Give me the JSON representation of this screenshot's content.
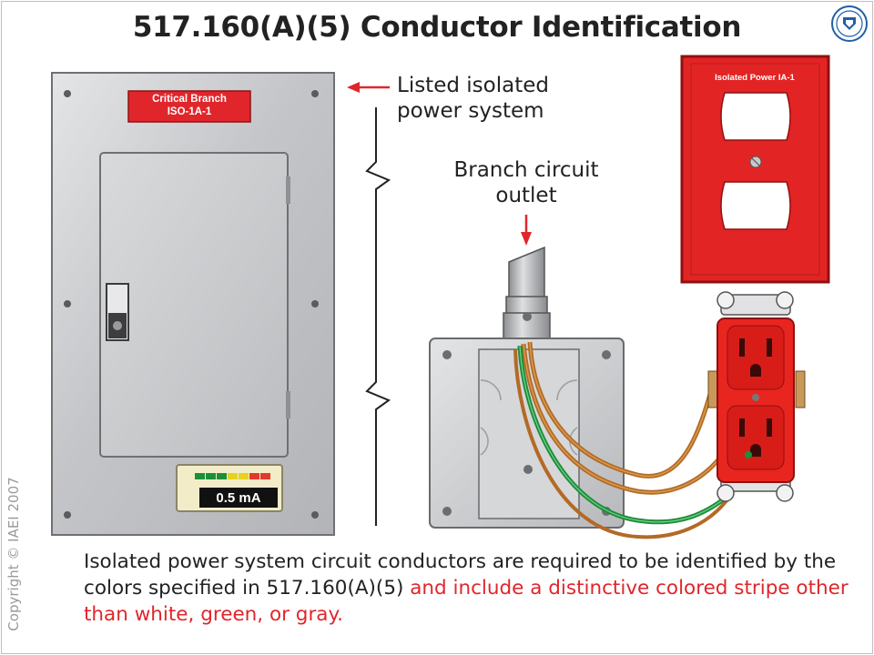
{
  "title": "517.160(A)(5) Conductor Identification",
  "copyright": "Copyright © IAEI 2007",
  "callouts": {
    "panel": [
      "Listed isolated",
      "power system"
    ],
    "outlet": [
      "Branch circuit",
      "outlet"
    ]
  },
  "labels": {
    "panel": [
      "Critical Branch",
      "ISO-1A-1"
    ],
    "plate": "Isolated Power IA-1",
    "meter": "0.5 mA"
  },
  "caption": {
    "black": "Isolated power system circuit conductors are required to be identified by the colors specified in 517.160(A)(5) ",
    "red": "and include a distinctive colored stripe other than white, green, or gray."
  },
  "colors": {
    "label_red": "#e0262b",
    "plate_red": "#e32424",
    "receptacle_red": "#e8251f",
    "caption_red": "#e0262b",
    "panel_gray": "#c9cacc",
    "wire_green": "#1f8c3a",
    "wire_brown": "#b36a26"
  },
  "icons": {
    "seal": "iaei-seal-icon"
  }
}
